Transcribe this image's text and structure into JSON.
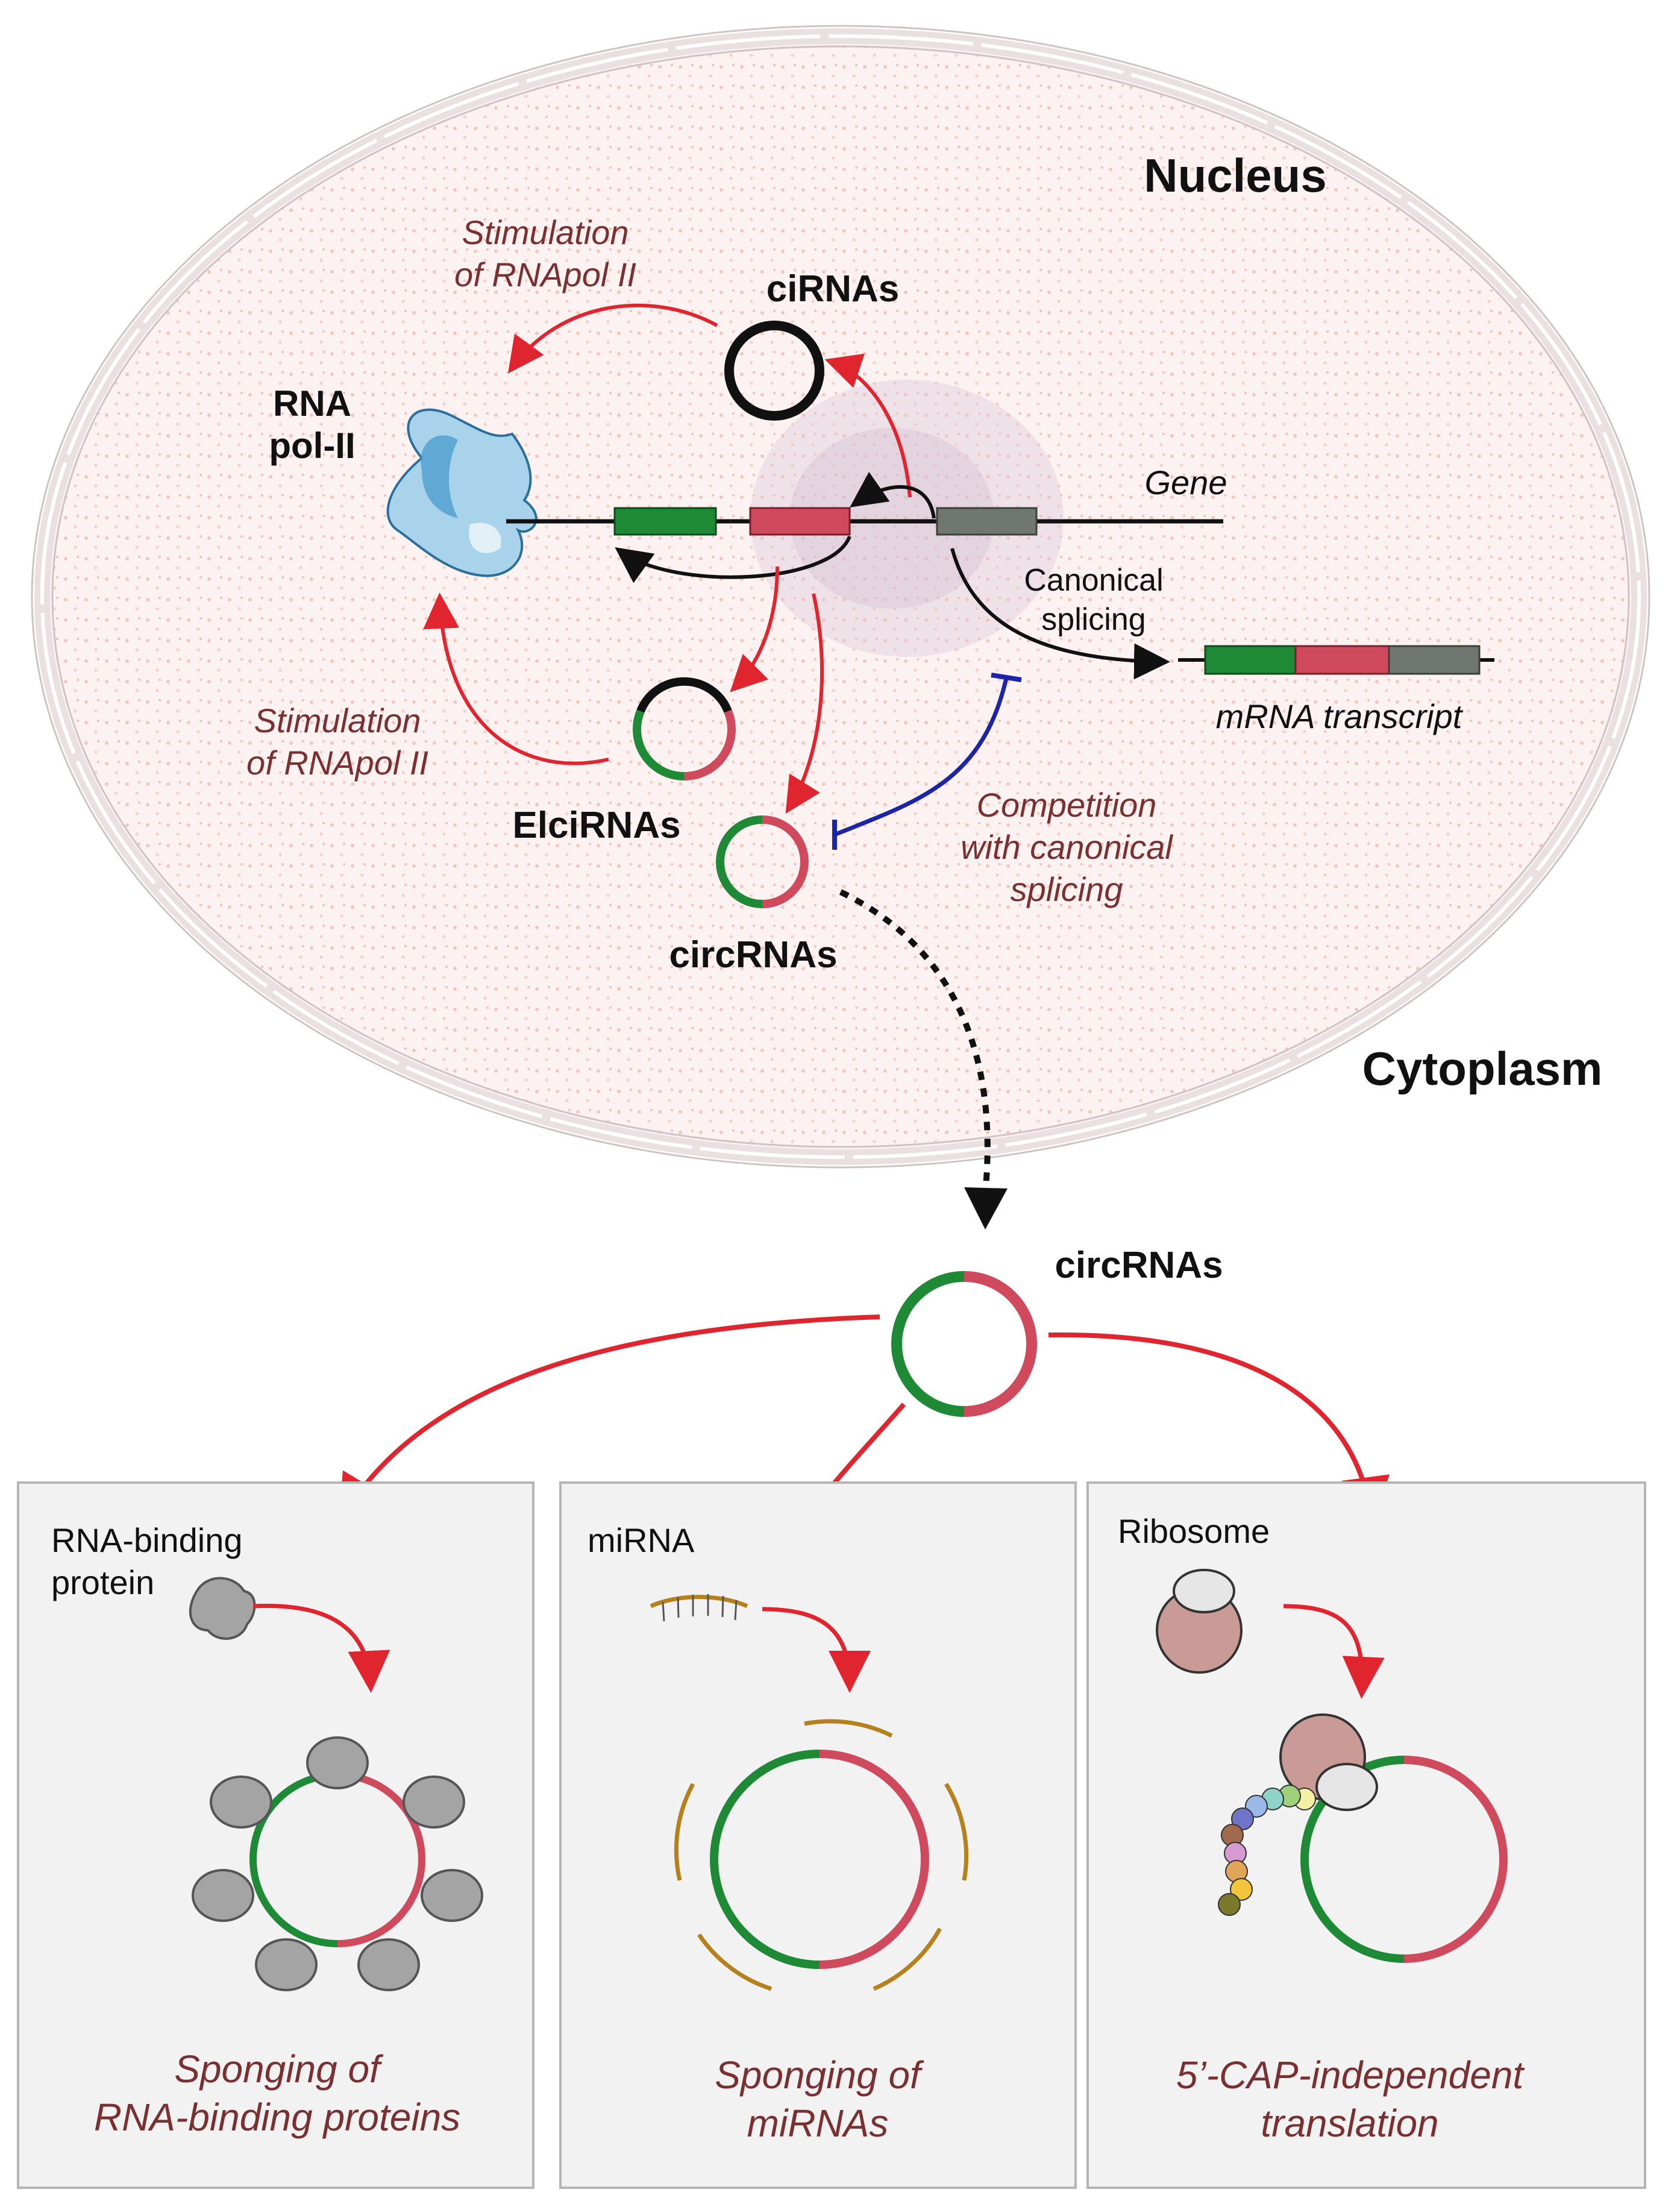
{
  "nucleus_label": "Nucleus",
  "cytoplasm_label": "Cytoplasm",
  "stimulation_top": [
    "Stimulation",
    "of RNApol II"
  ],
  "stimulation_bottom": [
    "Stimulation",
    "of RNApol II"
  ],
  "cirnas_label": "ciRNAs",
  "rna_pol_label": [
    "RNA",
    "pol-II"
  ],
  "gene_label": "Gene",
  "canonical_splicing_label": [
    "Canonical",
    "splicing"
  ],
  "mrna_label": "mRNA transcript",
  "elcirnas_label": "ElciRNAs",
  "competition_label": [
    "Competition",
    "with canonical",
    "splicing"
  ],
  "circrnas_nuclear_label": "circRNAs",
  "circrnas_cyto_label": "circRNAs",
  "panels": [
    {
      "top_label": [
        "RNA-binding",
        "protein"
      ],
      "caption": [
        "Sponging of",
        "RNA-binding proteins"
      ]
    },
    {
      "top_label": [
        "miRNA"
      ],
      "caption": [
        "Sponging of",
        "miRNAs"
      ]
    },
    {
      "top_label": [
        "Ribosome"
      ],
      "caption": [
        "5’-CAP-independent",
        "translation"
      ]
    }
  ],
  "colors": {
    "exon_green": "#1e8a35",
    "exon_red": "#cf4a5c",
    "exon_gray": "#6f7770",
    "arrow_red": "#e0252f",
    "inhibit_blue": "#1c24a8",
    "caption_red": "#7a3030",
    "mirna_gold": "#b5811c",
    "ribosome": "#c99a96",
    "membrane": "#eadfe1"
  }
}
